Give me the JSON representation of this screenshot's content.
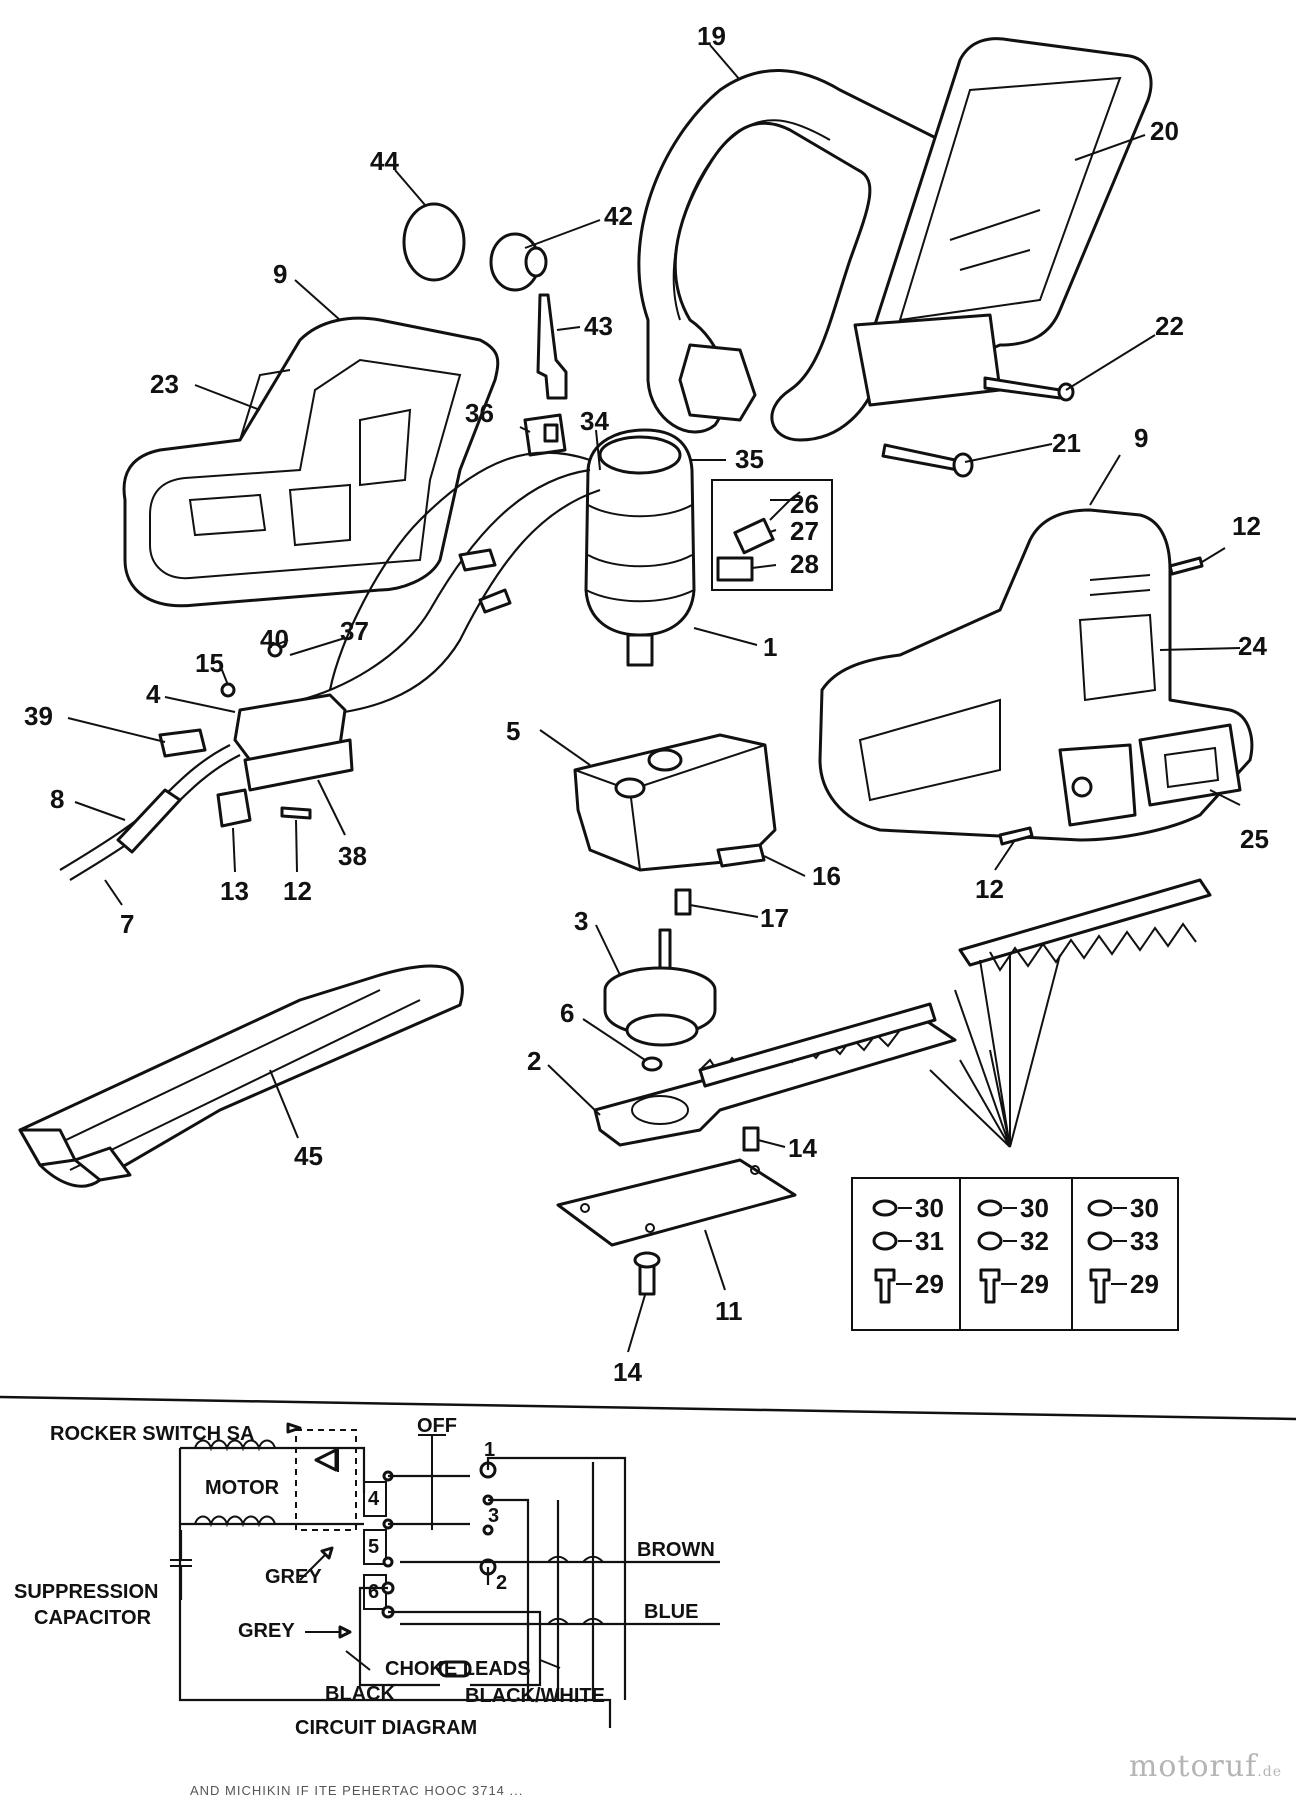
{
  "diagram": {
    "callouts": {
      "p1": "1",
      "p2": "2",
      "p3": "3",
      "p4": "4",
      "p5": "5",
      "p6": "6",
      "p7": "7",
      "p8": "8",
      "p9a": "9",
      "p9b": "9",
      "p11": "11",
      "p12a": "12",
      "p12b": "12",
      "p12c": "12",
      "p13": "13",
      "p14a": "14",
      "p14b": "14",
      "p15": "15",
      "p16": "16",
      "p17": "17",
      "p19": "19",
      "p20": "20",
      "p21": "21",
      "p22": "22",
      "p23": "23",
      "p24": "24",
      "p25": "25",
      "p26": "26",
      "p27": "27",
      "p28": "28",
      "p29a": "29",
      "p29b": "29",
      "p29c": "29",
      "p30a": "30",
      "p30b": "30",
      "p30c": "30",
      "p31": "31",
      "p32": "32",
      "p33": "33",
      "p34": "34",
      "p35": "35",
      "p36": "36",
      "p37": "37",
      "p38": "38",
      "p39": "39",
      "p40": "40",
      "p42": "42",
      "p43": "43",
      "p44": "44",
      "p45": "45"
    }
  },
  "circuit": {
    "title": "CIRCUIT DIAGRAM",
    "rocker_switch": "ROCKER SWITCH SA",
    "off": "OFF",
    "motor": "MOTOR",
    "suppression_line1": "SUPPRESSION",
    "suppression_line2": "CAPACITOR",
    "grey_1": "GREY",
    "grey_2": "GREY",
    "brown": "BROWN",
    "blue": "BLUE",
    "choke_leads": "CHOKE LEADS",
    "black": "BLACK",
    "black_white": "BLACK/WHITE",
    "terminals": {
      "t1": "1",
      "t2": "2",
      "t3": "3",
      "t4": "4",
      "t5": "5",
      "t6": "6"
    }
  },
  "watermark": {
    "main": "motoruf",
    "suffix": ".de"
  },
  "footer": "AND MICHIKIN IF ITE PEHERTAC HOOC 3714 ..."
}
